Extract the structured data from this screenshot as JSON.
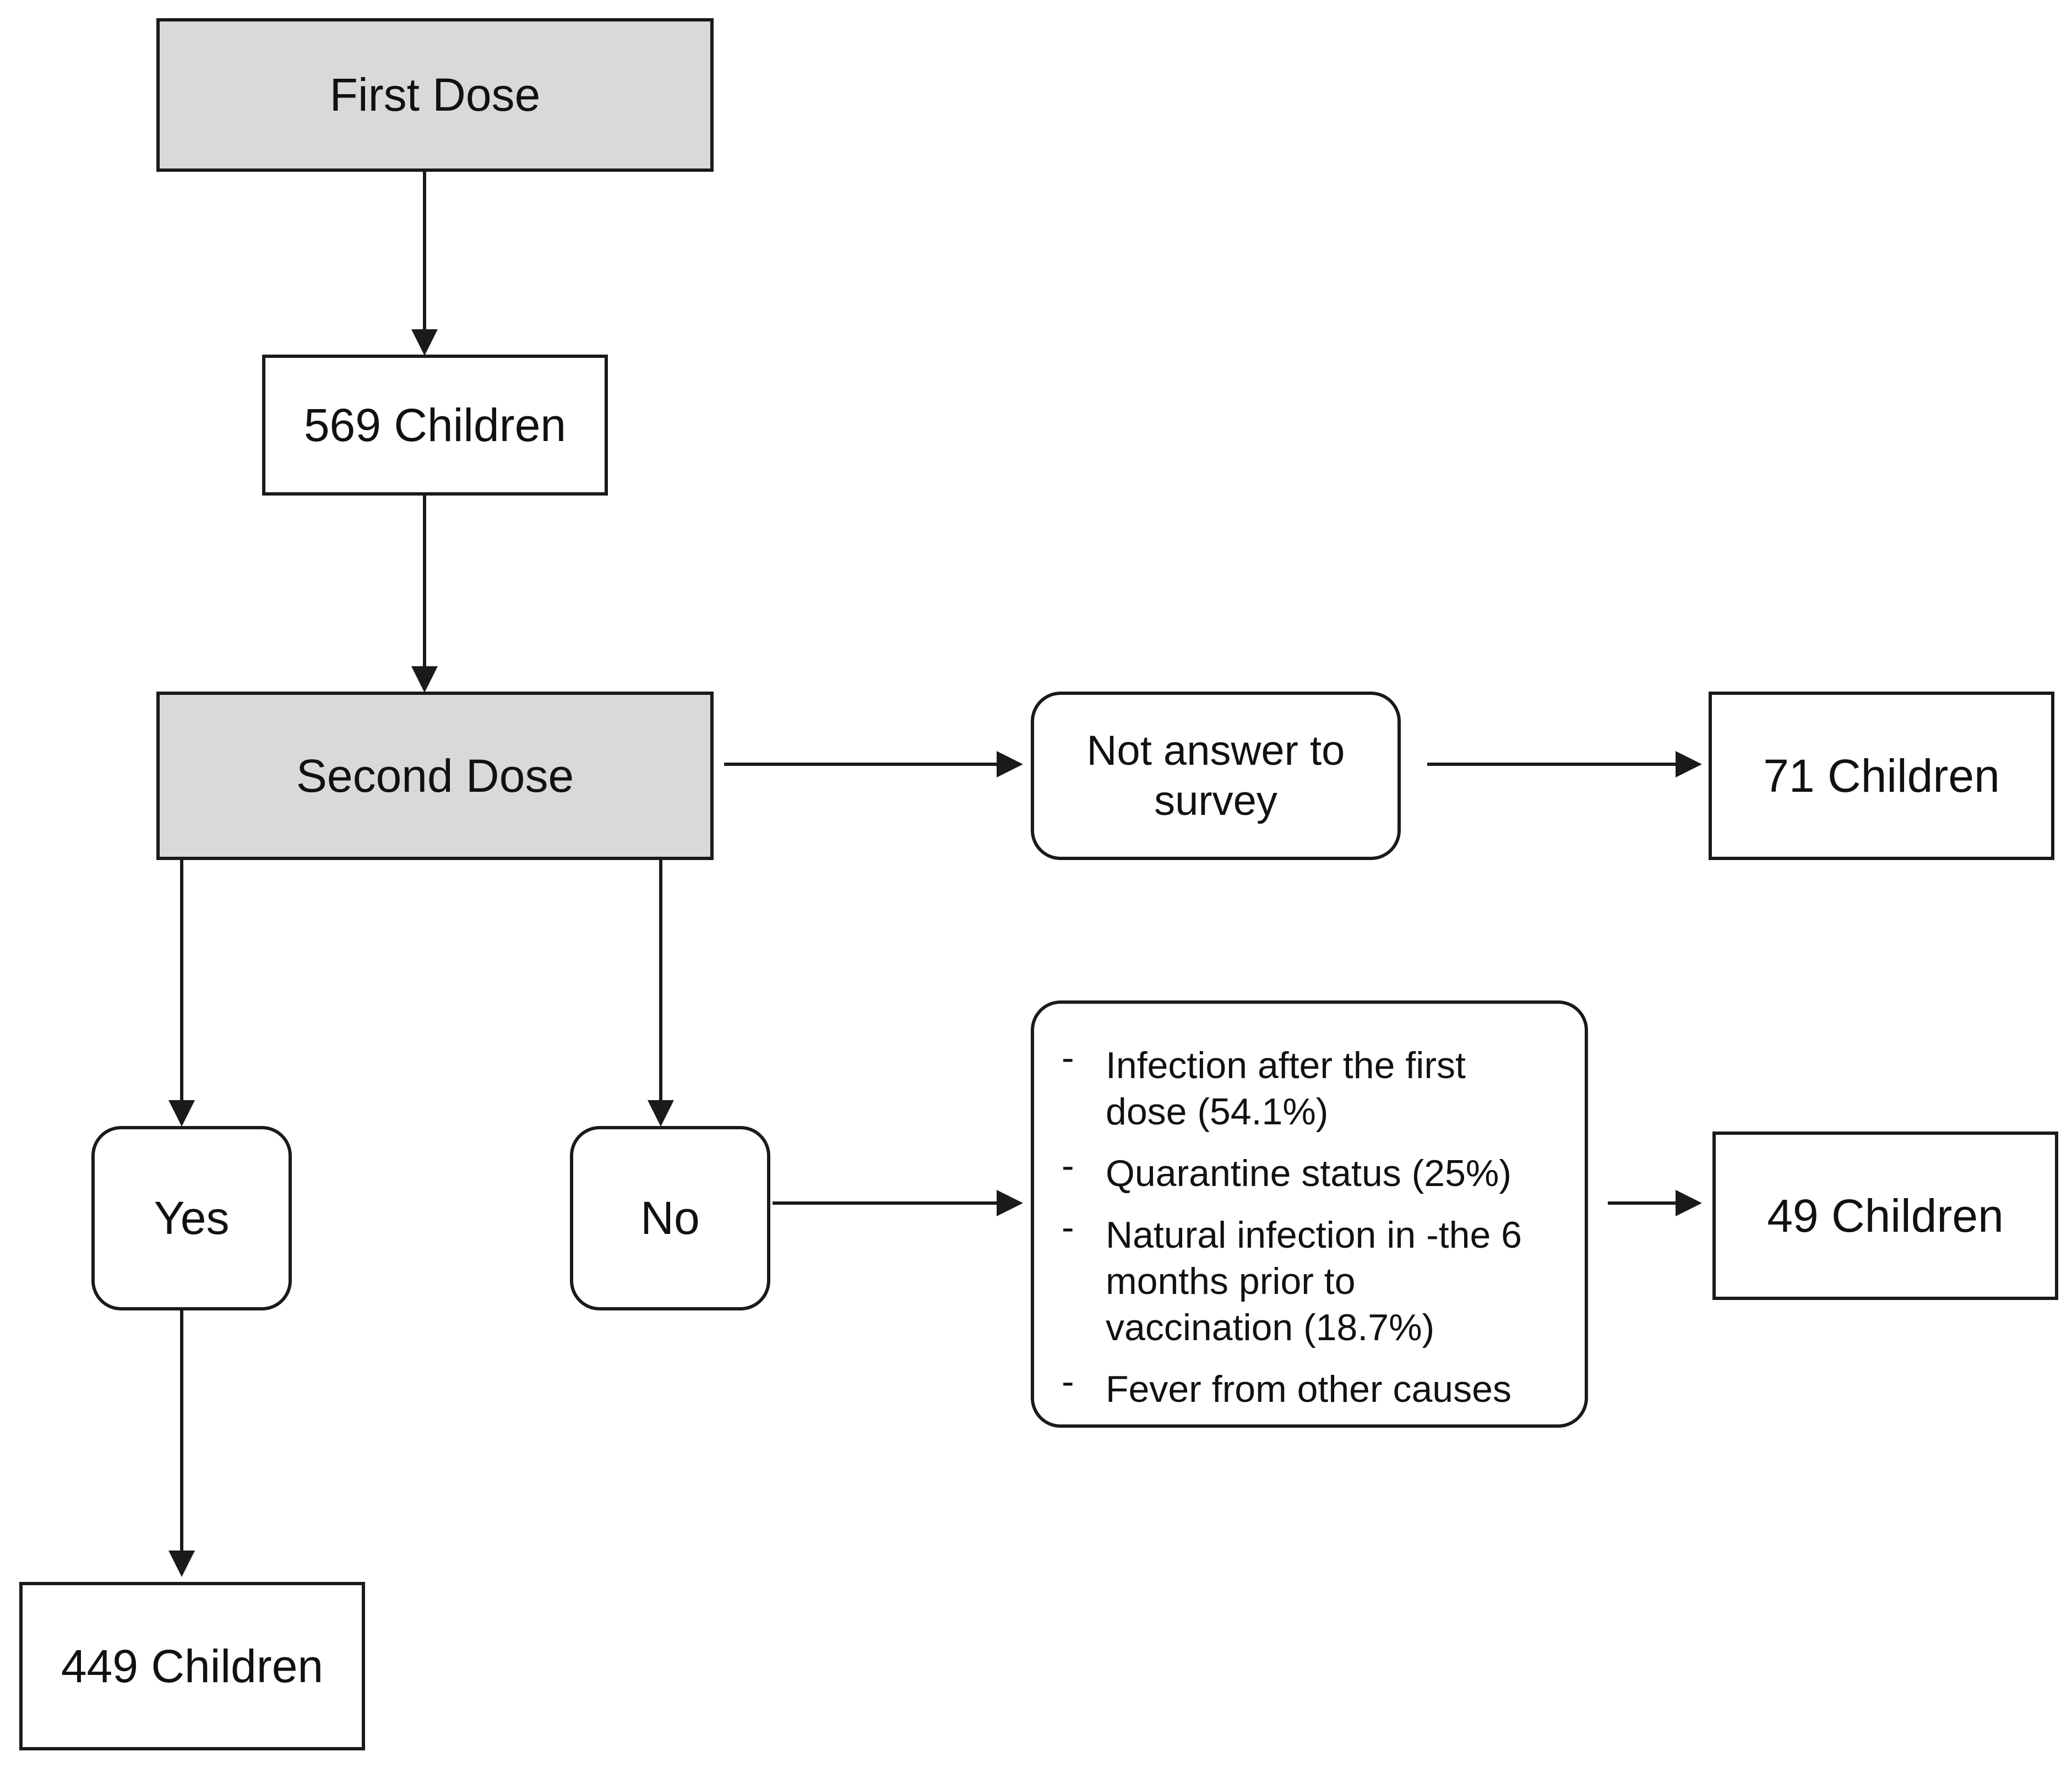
{
  "nodes": {
    "first_dose": "First Dose",
    "children_569": "569 Children",
    "second_dose": "Second Dose",
    "not_answer": "Not answer to survey",
    "children_71": "71 Children",
    "yes": "Yes",
    "no": "No",
    "children_449": "449 Children",
    "children_49": "49 Children"
  },
  "reasons": {
    "dash": "-",
    "items": [
      "Infection after the first dose (54.1%)",
      "Quarantine status (25%)",
      "Natural infection in -the 6 months prior to vaccination (18.7%)",
      "Fever from other causes"
    ]
  },
  "colors": {
    "highlight_fill": "#d9d9d9",
    "stroke": "#1a1a1a"
  }
}
